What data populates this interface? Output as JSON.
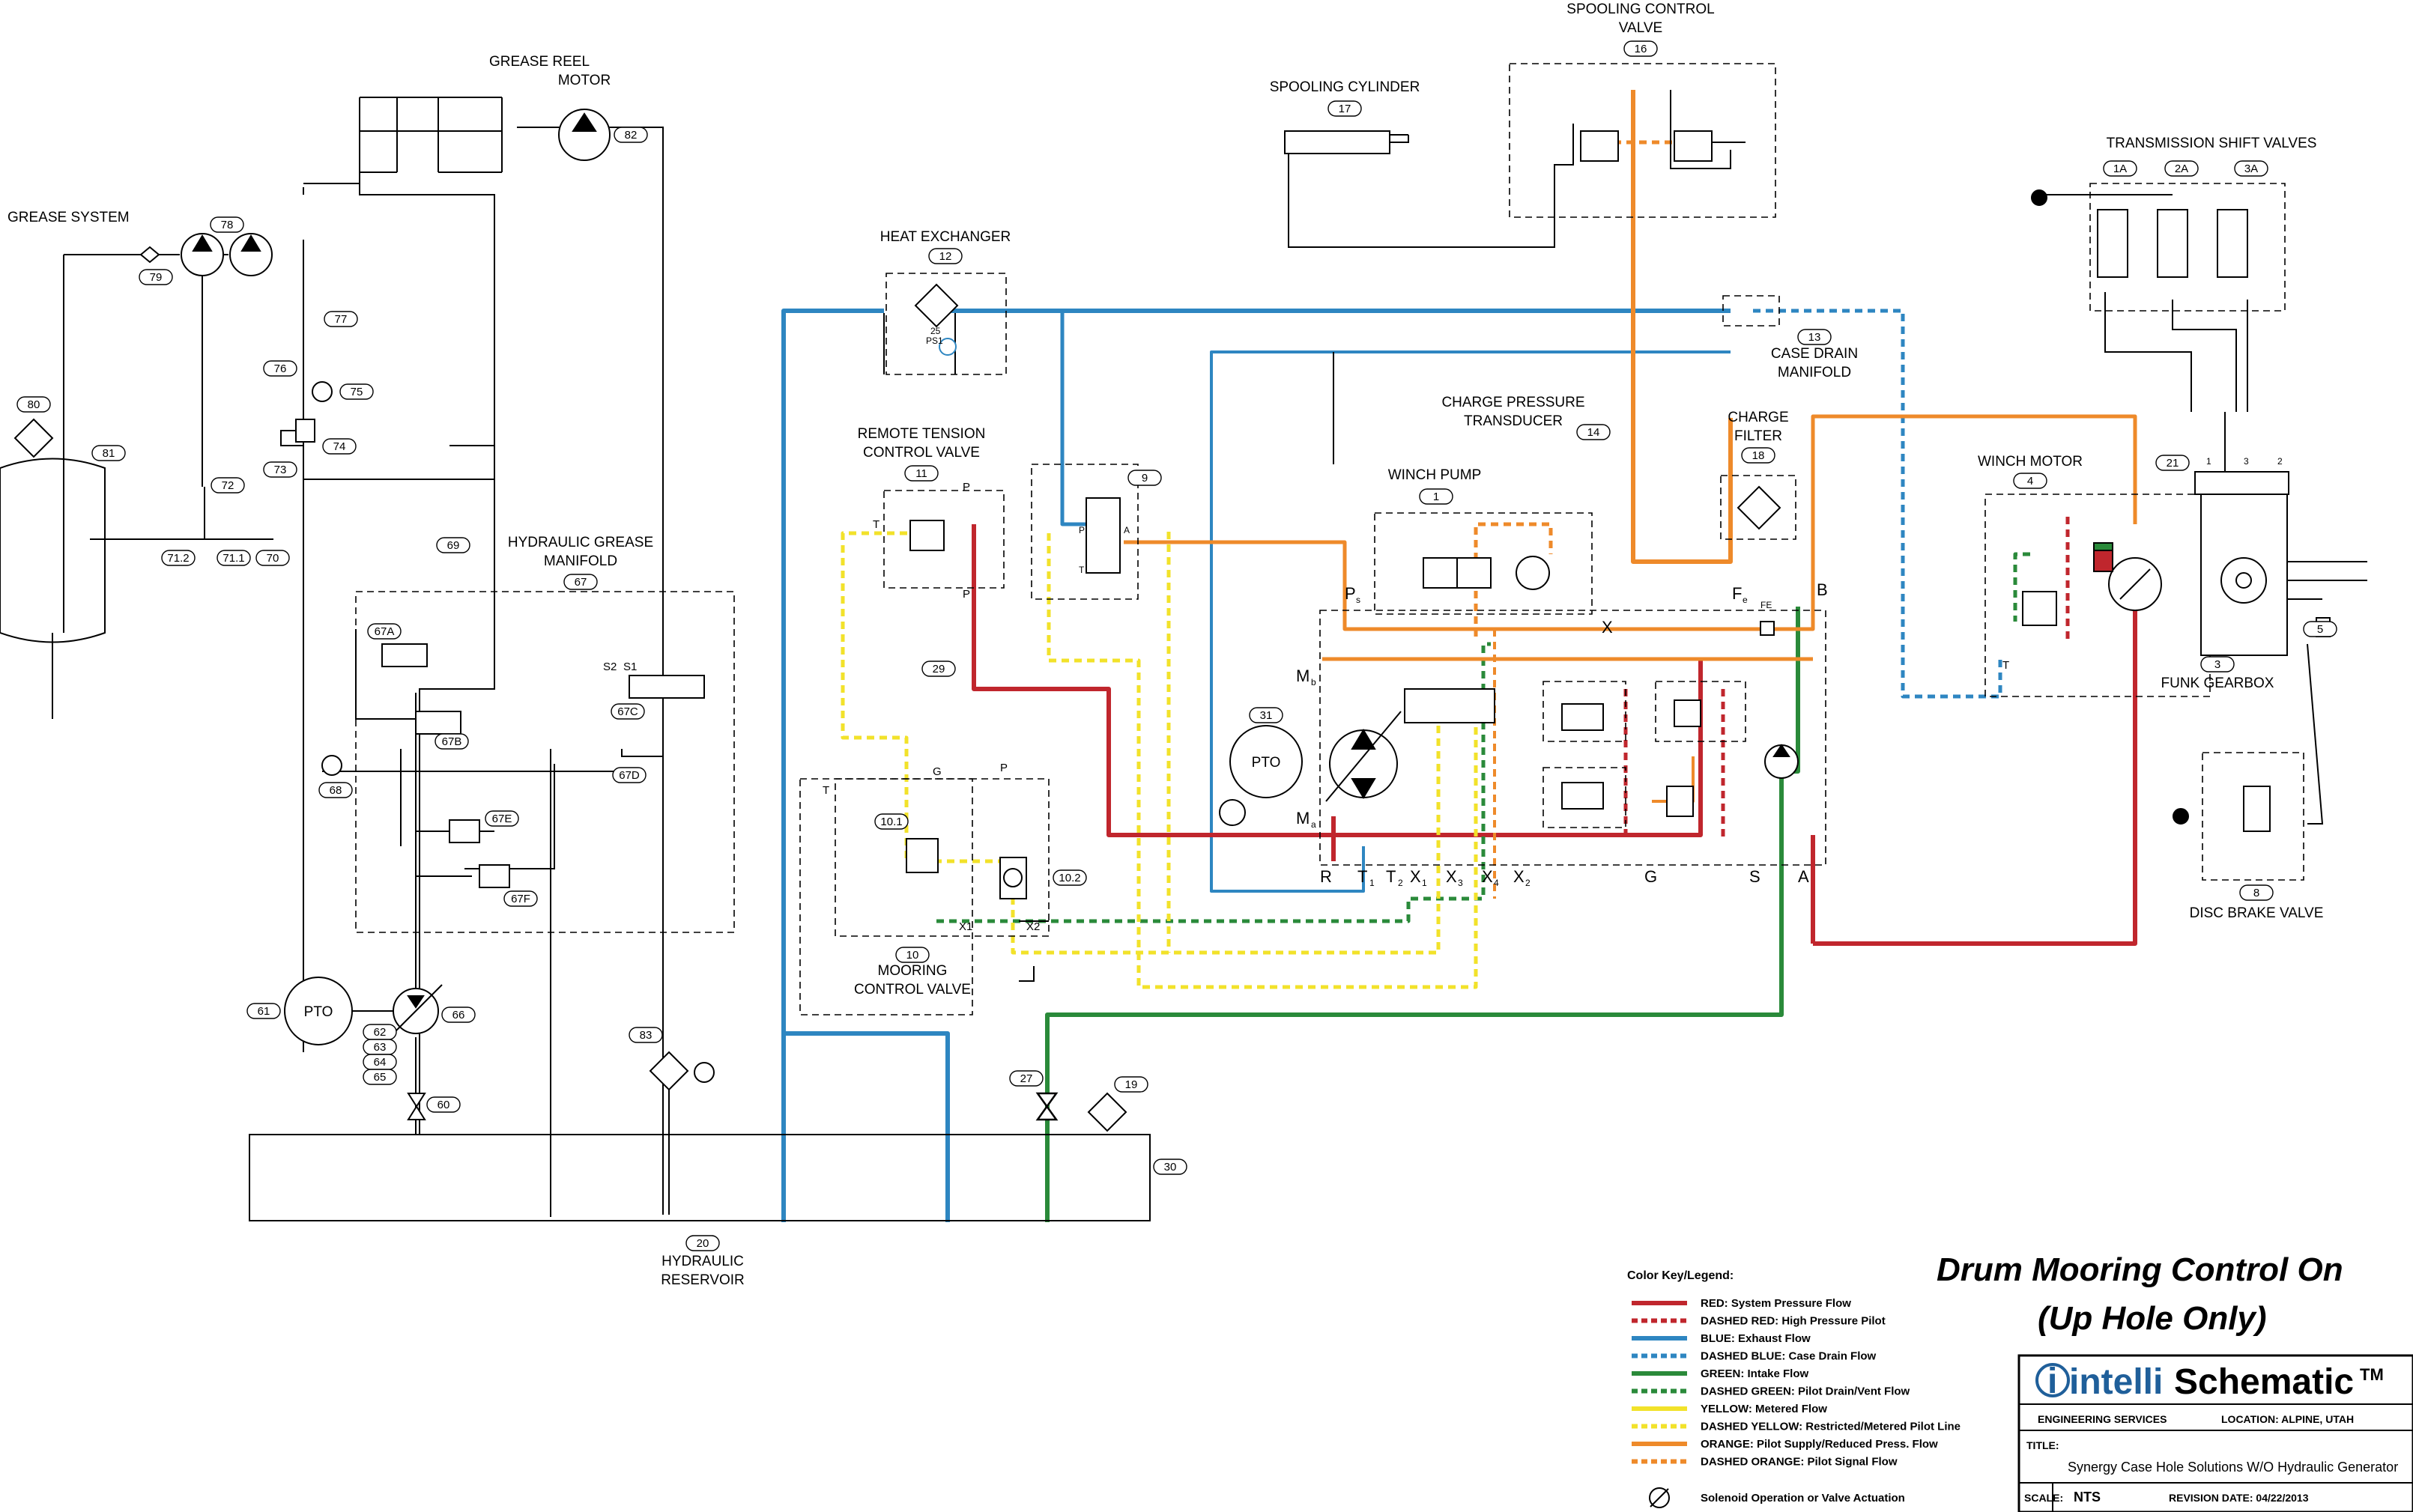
{
  "title": {
    "line1": "Drum Mooring Control On",
    "line2": "(Up Hole Only)"
  },
  "logo": {
    "prefix": "intelli",
    "name": "Schematic",
    "tm": "TM",
    "brand_color": "#1f5f9a"
  },
  "title_block": {
    "engineering": "ENGINEERING SERVICES",
    "location": "LOCATION: ALPINE, UTAH",
    "title_label": "TITLE:",
    "title_value": "Synergy Case Hole Solutions W/O Hydraulic Generator",
    "scale_label": "SCALE:",
    "scale_value": "NTS",
    "revision": "REVISION DATE: 04/22/2013"
  },
  "legend": {
    "heading": "Color Key/Legend:",
    "items": [
      {
        "label": "RED: System Pressure Flow",
        "color": "#c0262d",
        "style": "solid"
      },
      {
        "label": "DASHED RED: High Pressure Pilot",
        "color": "#c0262d",
        "style": "dashed"
      },
      {
        "label": "BLUE: Exhaust Flow",
        "color": "#2e86c1",
        "style": "solid"
      },
      {
        "label": "DASHED BLUE: Case Drain Flow",
        "color": "#2e86c1",
        "style": "dashed"
      },
      {
        "label": "GREEN: Intake Flow",
        "color": "#2a8a3a",
        "style": "solid"
      },
      {
        "label": "DASHED GREEN: Pilot Drain/Vent Flow",
        "color": "#2a8a3a",
        "style": "dashed"
      },
      {
        "label": "YELLOW: Metered Flow",
        "color": "#f2e22a",
        "style": "solid"
      },
      {
        "label": "DASHED YELLOW: Restricted/Metered Pilot Line",
        "color": "#f2e22a",
        "style": "dashed"
      },
      {
        "label": "ORANGE: Pilot Supply/Reduced Press. Flow",
        "color": "#ee8a2a",
        "style": "solid"
      },
      {
        "label": "DASHED ORANGE: Pilot Signal Flow",
        "color": "#ee8a2a",
        "style": "dashed"
      }
    ],
    "solenoid_note": "Solenoid Operation or Valve Actuation"
  },
  "components": {
    "grease_system": "GREASE SYSTEM",
    "grease_reel_motor": [
      "GREASE REEL",
      "MOTOR"
    ],
    "hydraulic_grease_manifold": [
      "HYDRAULIC GREASE",
      "MANIFOLD"
    ],
    "hydraulic_reservoir": [
      "HYDRAULIC",
      "RESERVOIR"
    ],
    "heat_exchanger": "HEAT EXCHANGER",
    "remote_tension_control_valve": [
      "REMOTE TENSION",
      "CONTROL VALVE"
    ],
    "mooring_control_valve": [
      "MOORING",
      "CONTROL VALVE"
    ],
    "spooling_cylinder": "SPOOLING CYLINDER",
    "spooling_control_valve": [
      "SPOOLING CONTROL",
      "VALVE"
    ],
    "charge_pressure_transducer": [
      "CHARGE PRESSURE",
      "TRANSDUCER"
    ],
    "case_drain_manifold": [
      "CASE DRAIN",
      "MANIFOLD"
    ],
    "charge_filter": [
      "CHARGE",
      "FILTER"
    ],
    "winch_pump": "WINCH PUMP",
    "winch_motor": "WINCH MOTOR",
    "transmission_shift_valves": "TRANSMISSION SHIFT VALVES",
    "funk_gearbox": "FUNK GEARBOX",
    "disc_brake_valve": "DISC BRAKE VALVE",
    "pto": "PTO",
    "heat_exchanger_small": [
      "25",
      "PS1"
    ]
  },
  "tags": {
    "t16": "16",
    "t17": "17",
    "t12": "12",
    "t11": "11",
    "t9": "9",
    "t10": "10",
    "t10_1": "10.1",
    "t10_2": "10.2",
    "t13": "13",
    "t14": "14",
    "t18": "18",
    "t1": "1",
    "t31": "31",
    "t29": "29",
    "t27": "27",
    "t19": "19",
    "t30": "30",
    "t20": "20",
    "t21": "21",
    "t4": "4",
    "t3": "3",
    "t5": "5",
    "t8": "8",
    "t1A": "1A",
    "t2A": "2A",
    "t3A": "3A",
    "t82": "82",
    "t78": "78",
    "t79": "79",
    "t80": "80",
    "t81": "81",
    "t77": "77",
    "t76": "76",
    "t75": "75",
    "t74": "74",
    "t73": "73",
    "t72": "72",
    "t71_2": "71.2",
    "t71_1": "71.1",
    "t70": "70",
    "t69": "69",
    "t67": "67",
    "t67A": "67A",
    "t67B": "67B",
    "t67C": "67C",
    "t67D": "67D",
    "t67E": "67E",
    "t67F": "67F",
    "t68": "68",
    "t61": "61",
    "t66": "66",
    "t62": "62",
    "t63": "63",
    "t64": "64",
    "t65": "65",
    "t60": "60",
    "t83": "83"
  },
  "ports": {
    "ps": "P",
    "ps_sub": "s",
    "fe": "F",
    "fe_sub": "e",
    "fe2": "FE",
    "b": "B",
    "m": "M",
    "mb": "b",
    "ma": "a",
    "r": "R",
    "t1": "T",
    "t1s": "1",
    "t2": "T",
    "t2s": "2",
    "x1": "X",
    "x1s": "1",
    "x3": "X",
    "x3s": "3",
    "x4": "X",
    "x4s": "4",
    "x2": "X",
    "x2s": "2",
    "g": "G",
    "s": "S",
    "a": "A",
    "rt_p": "P",
    "rt_t": "T",
    "rt_p2": "P",
    "mc_t": "T",
    "mc_g": "G",
    "mc_p": "P",
    "mc_x1": "X1",
    "mc_x2": "X2",
    "wm_t": "T",
    "s2": "S2",
    "s1": "S1",
    "v9_p": "P",
    "v9_a": "A",
    "v9_t": "T",
    "x_mark": "X",
    "tsv_n1": "1",
    "tsv_n2": "2",
    "tsv_n3": "3"
  }
}
